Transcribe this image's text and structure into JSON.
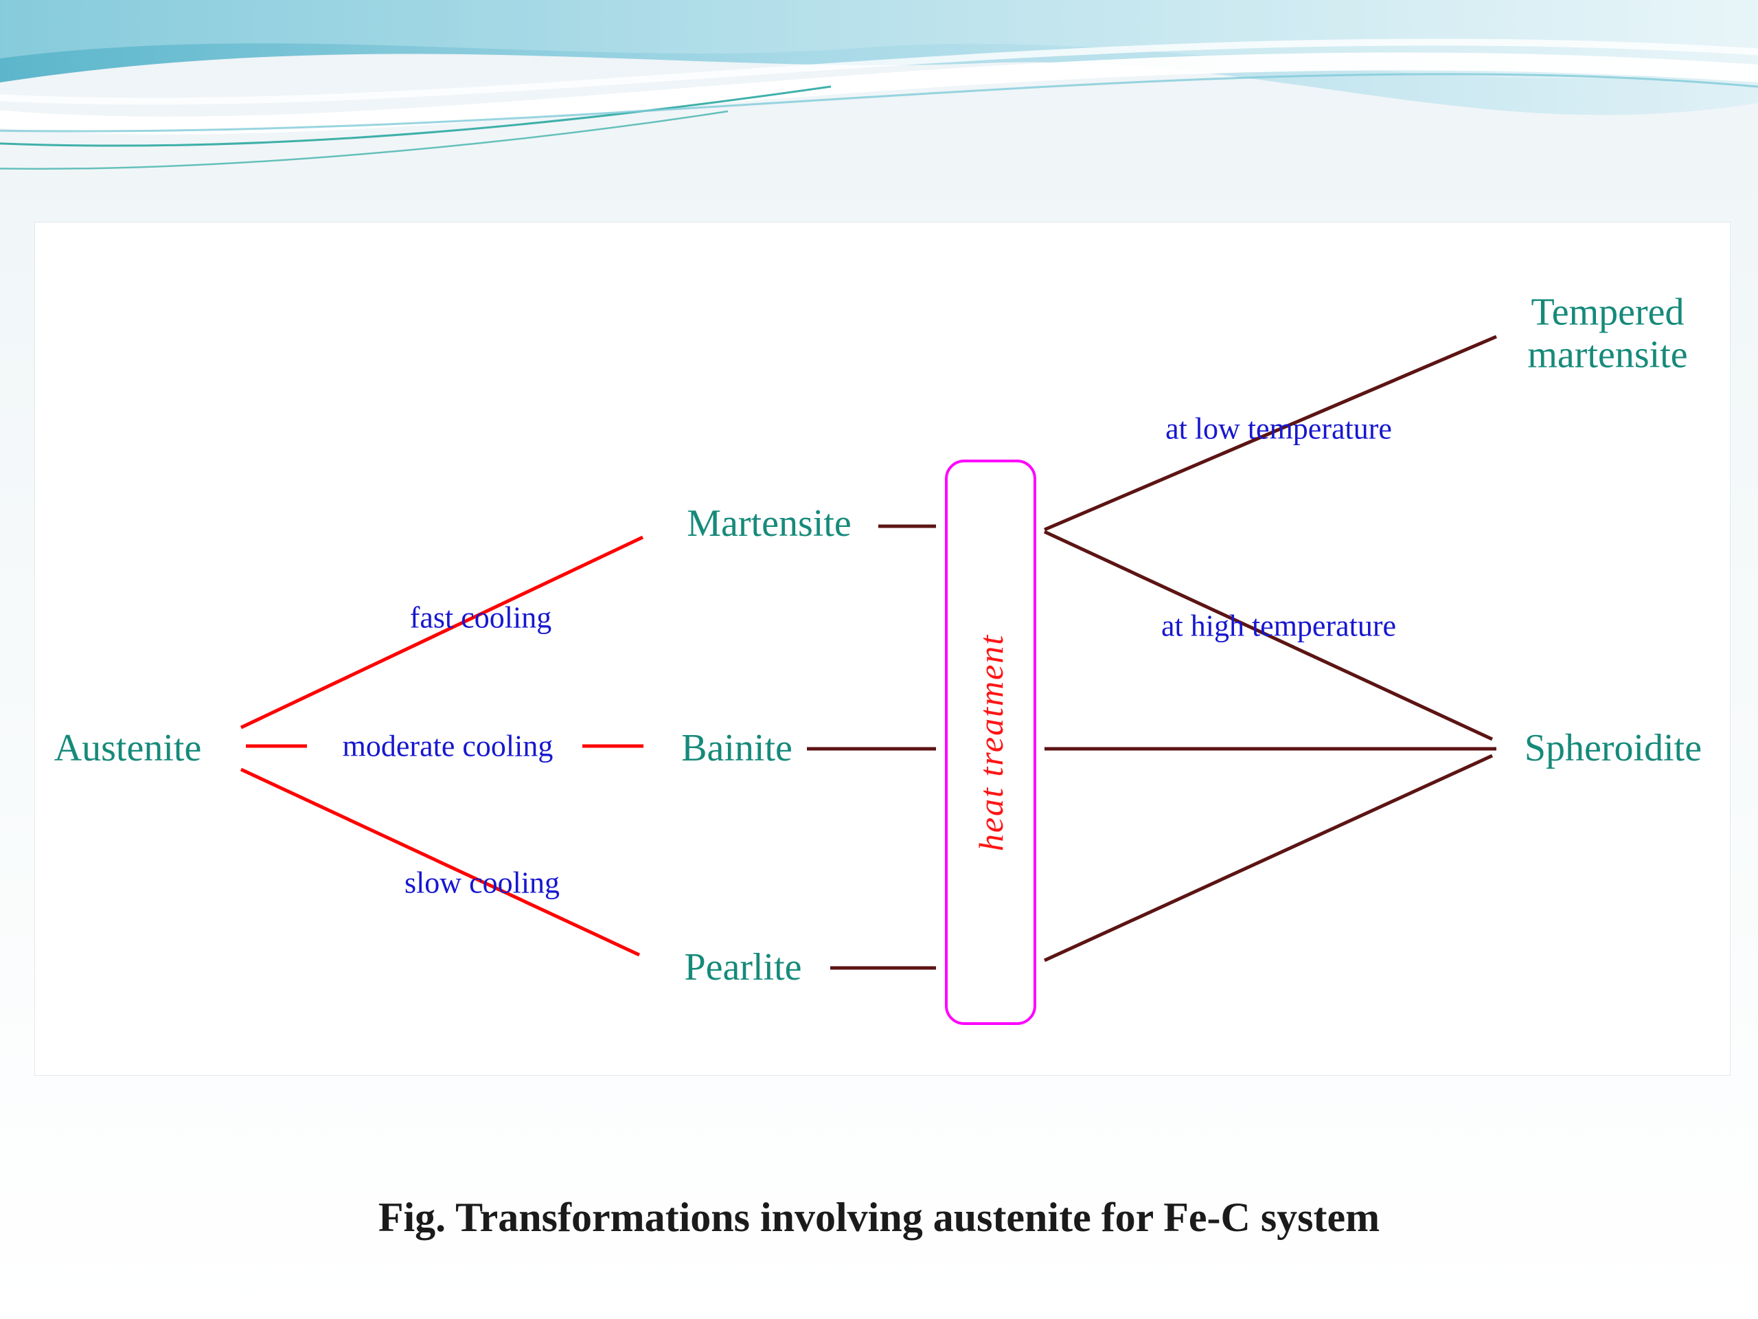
{
  "slide": {
    "caption": "Fig. Transformations involving austenite for Fe-C system"
  },
  "diagram": {
    "nodes": {
      "austenite": "Austenite",
      "martensite": "Martensite",
      "bainite": "Bainite",
      "pearlite": "Pearlite",
      "tempered_line1": "Tempered",
      "tempered_line2": "martensite",
      "spheroidite": "Spheroidite",
      "heat_treatment": "heat treatment"
    },
    "edge_labels": {
      "fast": "fast cooling",
      "moderate": "moderate cooling",
      "slow": "slow cooling",
      "low_temp": "at low temperature",
      "high_temp": "at high temperature"
    },
    "colors": {
      "node_text": "#168a7a",
      "edge_label_text": "#1717cf",
      "cooling_line": "#ff0000",
      "treatment_line": "#5c1414",
      "heat_box_border": "#ff00ff",
      "heat_text": "#ff1414",
      "caption_text": "#1b1b1b"
    }
  }
}
